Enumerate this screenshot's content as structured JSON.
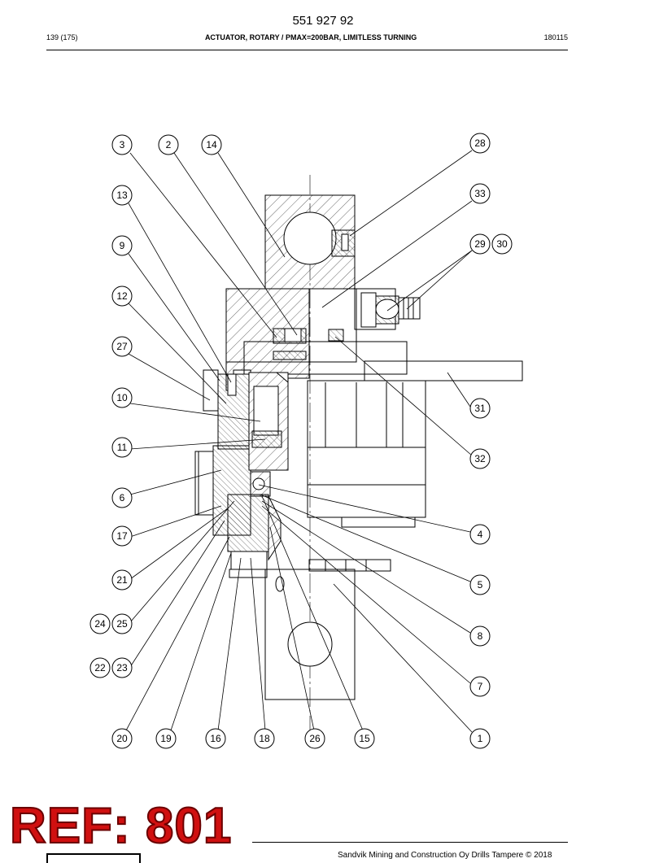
{
  "header": {
    "doc_number": "551 927 92",
    "page": "139 (175)",
    "title": "ACTUATOR, ROTARY / PMAX=200BAR, LIMITLESS TURNING",
    "code": "180115"
  },
  "callouts": [
    "3",
    "2",
    "14",
    "28",
    "13",
    "33",
    "9",
    "29",
    "30",
    "12",
    "27",
    "10",
    "31",
    "11",
    "32",
    "6",
    "4",
    "17",
    "5",
    "21",
    "8",
    "24",
    "25",
    "7",
    "22",
    "23",
    "1",
    "20",
    "19",
    "16",
    "18",
    "26",
    "15"
  ],
  "stamp": {
    "text": "REF: 801"
  },
  "footer": {
    "text": "Sandvik Mining and Construction Oy Drills Tampere © 2018"
  }
}
